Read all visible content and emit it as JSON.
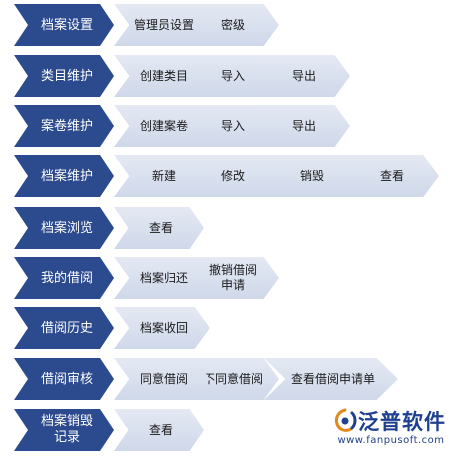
{
  "rows": [
    {
      "label": "档案设置",
      "steps": [
        "管理员设置",
        "密级"
      ]
    },
    {
      "label": "类目维护",
      "steps": [
        "创建类目",
        "导入",
        "导出"
      ]
    },
    {
      "label": "案卷维护",
      "steps": [
        "创建案卷",
        "导入",
        "导出"
      ]
    },
    {
      "label": "档案维护",
      "steps": [
        "新建",
        "修改",
        "销毁",
        "查看"
      ]
    },
    {
      "label": "档案浏览",
      "steps": [
        "查看"
      ]
    },
    {
      "label": "我的借阅",
      "steps": [
        "档案归还",
        "撤销借阅申请"
      ]
    },
    {
      "label": "借阅历史",
      "steps": [
        "档案收回"
      ]
    },
    {
      "label": "借阅审核",
      "steps": [
        "同意借阅",
        "不同意借阅",
        "查看借阅申请单"
      ]
    },
    {
      "label": "档案销毁记录",
      "steps": [
        "查看"
      ]
    }
  ],
  "logo": {
    "brand": "泛普软件",
    "url": "www.fanpusoft.com",
    "icon": "fanpu-logo-icon"
  },
  "colors": {
    "header_fill": "#2c4a8e",
    "step_fill": "#dbe2ef",
    "brand": "#1f3f8f"
  }
}
